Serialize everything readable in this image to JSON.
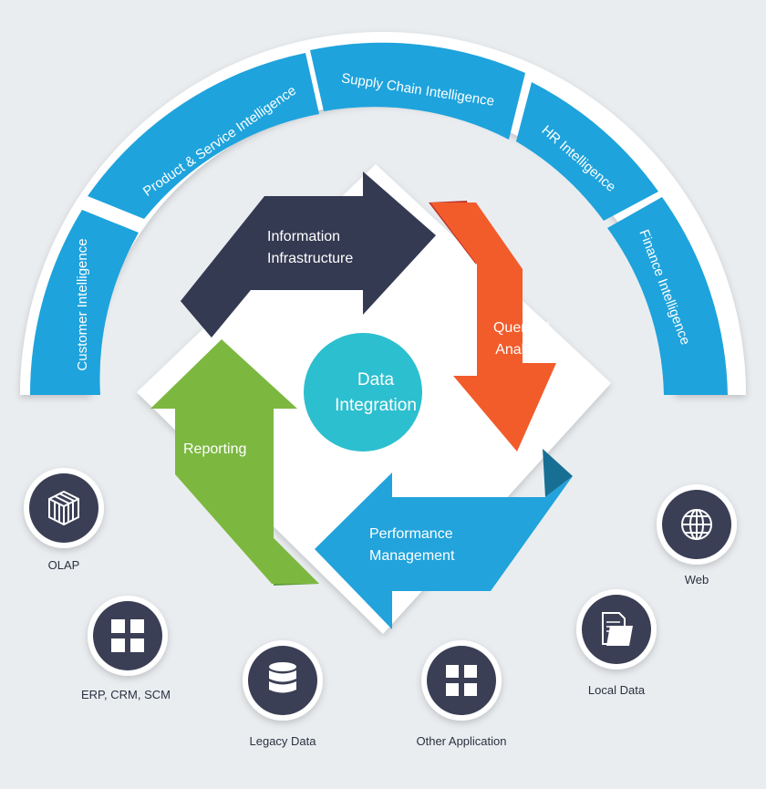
{
  "colors": {
    "arc_blue": "#1ea3dc",
    "dark_navy": "#343a52",
    "orange": "#f25c2b",
    "teal": "#2cbfcf",
    "green": "#7cb840",
    "blue": "#22a3dc",
    "source_circle": "#3b3f55"
  },
  "arc_segments": [
    {
      "label": "Customer Intelligence"
    },
    {
      "label": "Product & Service  Intelligence"
    },
    {
      "label": "Supply Chain  Intelligence"
    },
    {
      "label": "HR Intelligence"
    },
    {
      "label": "Finance  Intelligence"
    }
  ],
  "center": {
    "line1": "Data",
    "line2": "Integration"
  },
  "flow": {
    "information": {
      "line1": "Information",
      "line2": "Infrastructure"
    },
    "query": {
      "line1": "Querry &",
      "line2": "Analysis"
    },
    "performance": {
      "line1": "Performance",
      "line2": "Management"
    },
    "reporting": {
      "line1": "Reporting"
    }
  },
  "sources": [
    {
      "label": "OLAP",
      "icon": "cube-icon"
    },
    {
      "label": "ERP, CRM, SCM",
      "icon": "grid-icon"
    },
    {
      "label": "Legacy Data",
      "icon": "database-icon"
    },
    {
      "label": "Other Application",
      "icon": "grid-icon"
    },
    {
      "label": "Local Data",
      "icon": "folder-icon"
    },
    {
      "label": "Web",
      "icon": "globe-icon"
    }
  ]
}
